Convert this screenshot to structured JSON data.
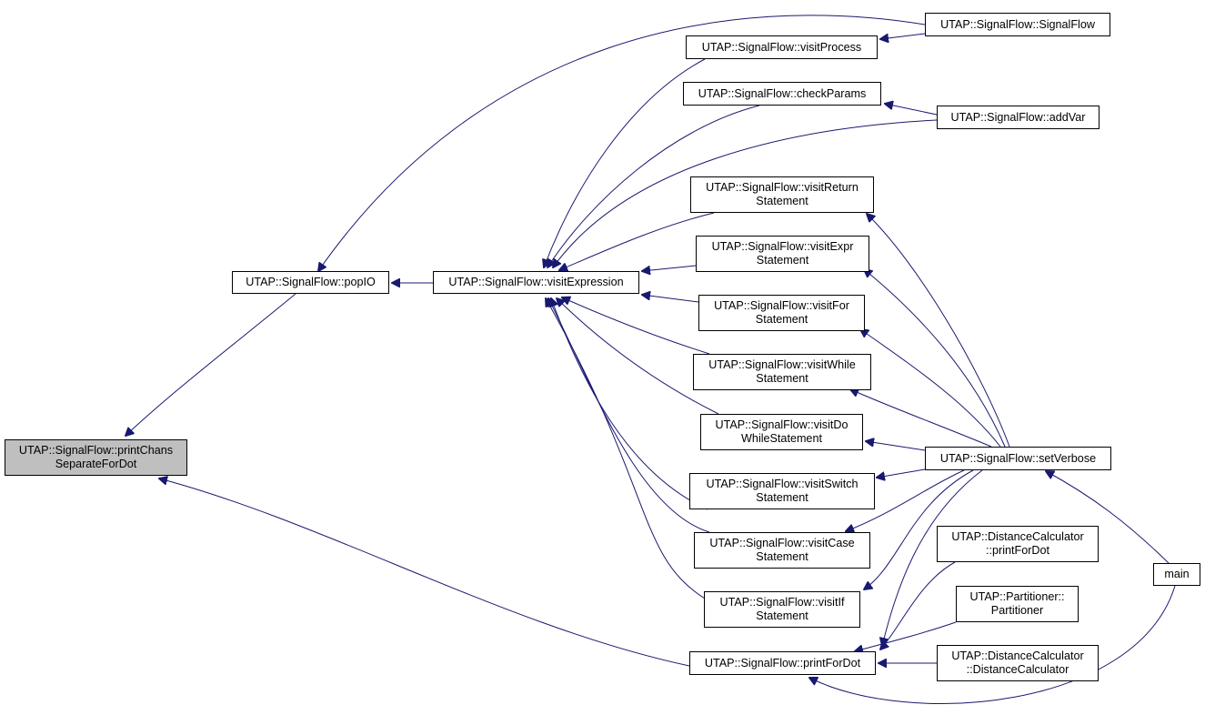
{
  "colors": {
    "edge": "#191970",
    "node_border": "#000000",
    "highlight_fill": "#bfbfbf"
  },
  "nodes": {
    "printChans": {
      "lines": [
        "UTAP::SignalFlow::printChans",
        "SeparateForDot"
      ]
    },
    "popIO": {
      "lines": [
        "UTAP::SignalFlow::popIO"
      ]
    },
    "visitExpression": {
      "lines": [
        "UTAP::SignalFlow::visitExpression"
      ]
    },
    "visitProcess": {
      "lines": [
        "UTAP::SignalFlow::visitProcess"
      ]
    },
    "checkParams": {
      "lines": [
        "UTAP::SignalFlow::checkParams"
      ]
    },
    "visitReturn": {
      "lines": [
        "UTAP::SignalFlow::visitReturn",
        "Statement"
      ]
    },
    "visitExpr": {
      "lines": [
        "UTAP::SignalFlow::visitExpr",
        "Statement"
      ]
    },
    "visitFor": {
      "lines": [
        "UTAP::SignalFlow::visitFor",
        "Statement"
      ]
    },
    "visitWhile": {
      "lines": [
        "UTAP::SignalFlow::visitWhile",
        "Statement"
      ]
    },
    "visitDo": {
      "lines": [
        "UTAP::SignalFlow::visitDo",
        "WhileStatement"
      ]
    },
    "visitSwitch": {
      "lines": [
        "UTAP::SignalFlow::visitSwitch",
        "Statement"
      ]
    },
    "visitCase": {
      "lines": [
        "UTAP::SignalFlow::visitCase",
        "Statement"
      ]
    },
    "visitIf": {
      "lines": [
        "UTAP::SignalFlow::visitIf",
        "Statement"
      ]
    },
    "printForDot": {
      "lines": [
        "UTAP::SignalFlow::printForDot"
      ]
    },
    "signalFlowCtor": {
      "lines": [
        "UTAP::SignalFlow::SignalFlow"
      ]
    },
    "addVar": {
      "lines": [
        "UTAP::SignalFlow::addVar"
      ]
    },
    "setVerbose": {
      "lines": [
        "UTAP::SignalFlow::setVerbose"
      ]
    },
    "dcPrintForDot": {
      "lines": [
        "UTAP::DistanceCalculator",
        "::printForDot"
      ]
    },
    "partitionerCtor": {
      "lines": [
        "UTAP::Partitioner::",
        "Partitioner"
      ]
    },
    "dcCtor": {
      "lines": [
        "UTAP::DistanceCalculator",
        "::DistanceCalculator"
      ]
    },
    "main": {
      "lines": [
        "main"
      ]
    }
  },
  "edges": [
    {
      "from": "popIO",
      "to": "printChans"
    },
    {
      "from": "printForDot",
      "to": "printChans"
    },
    {
      "from": "visitExpression",
      "to": "popIO"
    },
    {
      "from": "signalFlowCtor",
      "to": "popIO"
    },
    {
      "from": "visitProcess",
      "to": "visitExpression"
    },
    {
      "from": "checkParams",
      "to": "visitExpression"
    },
    {
      "from": "addVar",
      "to": "visitExpression"
    },
    {
      "from": "visitReturn",
      "to": "visitExpression"
    },
    {
      "from": "visitExpr",
      "to": "visitExpression"
    },
    {
      "from": "visitFor",
      "to": "visitExpression"
    },
    {
      "from": "visitWhile",
      "to": "visitExpression"
    },
    {
      "from": "visitDo",
      "to": "visitExpression"
    },
    {
      "from": "visitSwitch",
      "to": "visitExpression"
    },
    {
      "from": "visitCase",
      "to": "visitExpression"
    },
    {
      "from": "visitIf",
      "to": "visitExpression"
    },
    {
      "from": "signalFlowCtor",
      "to": "visitProcess"
    },
    {
      "from": "addVar",
      "to": "checkParams"
    },
    {
      "from": "setVerbose",
      "to": "visitReturn"
    },
    {
      "from": "setVerbose",
      "to": "visitExpr"
    },
    {
      "from": "setVerbose",
      "to": "visitFor"
    },
    {
      "from": "setVerbose",
      "to": "visitWhile"
    },
    {
      "from": "setVerbose",
      "to": "visitDo"
    },
    {
      "from": "setVerbose",
      "to": "visitSwitch"
    },
    {
      "from": "setVerbose",
      "to": "visitCase"
    },
    {
      "from": "setVerbose",
      "to": "visitIf"
    },
    {
      "from": "setVerbose",
      "to": "printForDot"
    },
    {
      "from": "dcPrintForDot",
      "to": "printForDot"
    },
    {
      "from": "partitionerCtor",
      "to": "printForDot"
    },
    {
      "from": "dcCtor",
      "to": "printForDot"
    },
    {
      "from": "main",
      "to": "printForDot"
    },
    {
      "from": "main",
      "to": "setVerbose"
    }
  ]
}
